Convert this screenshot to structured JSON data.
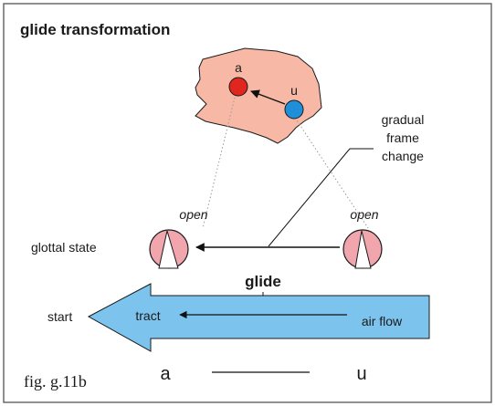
{
  "title": "glide transformation",
  "vowels": {
    "a": "a",
    "u": "u"
  },
  "labels": {
    "frame_change": [
      "gradual",
      "frame",
      "change"
    ],
    "open_left": "open",
    "open_right": "open",
    "glottal_state": "glottal state",
    "glide": "glide",
    "start": "start",
    "tract": "tract",
    "air_flow": "air flow",
    "figure_id": "fig. g.11b"
  },
  "bottom_row": {
    "left": "a",
    "right": "u"
  },
  "colors": {
    "frame_border": "#555555",
    "mouth_fill": "#f7b9a6",
    "vowel_a": "#e0261f",
    "vowel_u": "#1e8fd8",
    "glottis_fill": "#f1a5ad",
    "arrow_fill": "#7cc4ee"
  }
}
